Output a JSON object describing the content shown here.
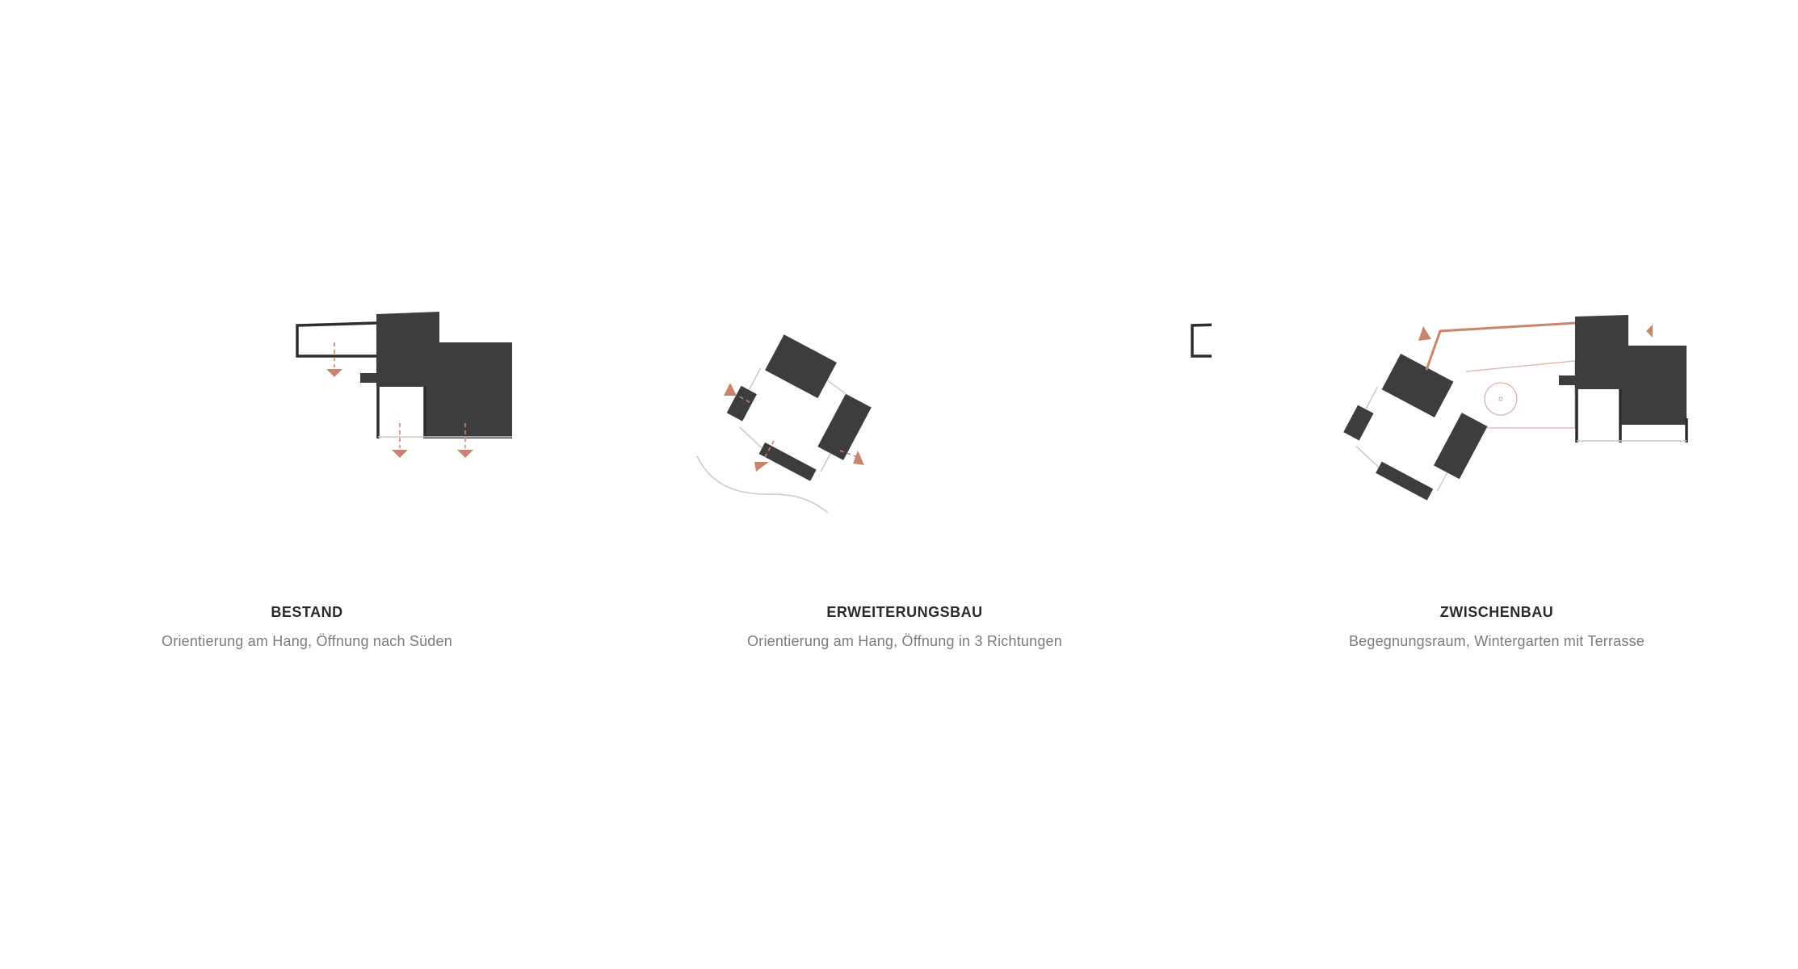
{
  "colors": {
    "mass": "#3d3d3d",
    "accent": "#c9856b",
    "caption_title": "#2a2a2a",
    "caption_sub": "#7b7b7b"
  },
  "panels": [
    {
      "title": "BESTAND",
      "subtitle": "Orientierung am Hang, Öffnung nach Süden"
    },
    {
      "title": "ERWEITERUNGSBAU",
      "subtitle": "Orientierung am Hang, Öffnung in 3 Richtungen"
    },
    {
      "title": "ZWISCHENBAU",
      "subtitle": "Begegnungsraum, Wintergarten mit Terrasse"
    }
  ]
}
